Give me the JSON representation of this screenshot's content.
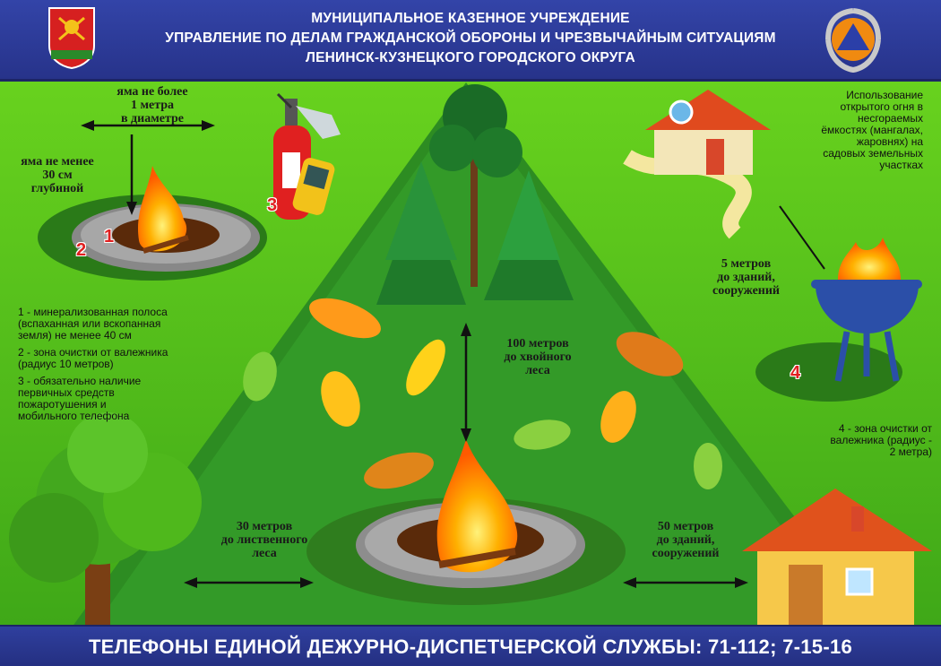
{
  "header": {
    "line1": "МУНИЦИПАЛЬНОЕ КАЗЕННОЕ УЧРЕЖДЕНИЕ",
    "line2": "УПРАВЛЕНИЕ ПО ДЕЛАМ ГРАЖДАНСКОЙ ОБОРОНЫ И ЧРЕЗВЫЧАЙНЫМ СИТУАЦИЯМ",
    "line3": "ЛЕНИНСК-КУЗНЕЦКОГО ГОРОДСКОГО ОКРУГА",
    "left_emblem_icon": "city-coat-of-arms-icon",
    "right_emblem_icon": "civil-defense-emblem-icon"
  },
  "pit": {
    "diameter_line1": "яма не более",
    "diameter_line2": "1 метра",
    "diameter_line3": "в диаметре",
    "depth_line1": "яма не менее",
    "depth_line2": "30 см",
    "depth_line3": "глубиной",
    "num1": "1",
    "num2": "2",
    "num3": "3"
  },
  "legend_left": {
    "item1_line1": "1 - минерализованная полоса",
    "item1_line2": "(вспаханная или вскопанная",
    "item1_line3": "земля) не менее 40 см",
    "item2_line1": "2 - зона очистки от валежника",
    "item2_line2": "(радиус 10 метров)",
    "item3_line1": "3 - обязательно наличие",
    "item3_line2": "первичных средств",
    "item3_line3": "пожаротушения и",
    "item3_line4": "мобильного телефона"
  },
  "right_top": {
    "line1": "Использование",
    "line2": "открытого огня в",
    "line3": "несгораемых",
    "line4": "ёмкостях (мангалах,",
    "line5": "жаровнях) на",
    "line6": "садовых земельных",
    "line7": "участках"
  },
  "grill": {
    "dist_line1": "5 метров",
    "dist_line2": "до зданий,",
    "dist_line3": "сооружений",
    "num4": "4",
    "note_line1": "4 - зона очистки от",
    "note_line2": "валежника (радиус -",
    "note_line3": "2 метра)"
  },
  "distances": {
    "conifer_line1": "100 метров",
    "conifer_line2": "до хвойного",
    "conifer_line3": "леса",
    "deciduous_line1": "30 метров",
    "deciduous_line2": "до лиственного",
    "deciduous_line3": "леса",
    "buildings_line1": "50 метров",
    "buildings_line2": "до зданий,",
    "buildings_line3": "сооружений"
  },
  "footer": {
    "text": "ТЕЛЕФОНЫ ЕДИНОЙ ДЕЖУРНО-ДИСПЕТЧЕРСКОЙ СЛУЖБЫ: 71-112; 7-15-16"
  },
  "colors": {
    "header_bg": "#2d3b96",
    "grass_light": "#4fb81c",
    "grass_dark": "#2f8a1e",
    "ring_red": "#e02020",
    "fire_orange": "#ff7a00"
  }
}
